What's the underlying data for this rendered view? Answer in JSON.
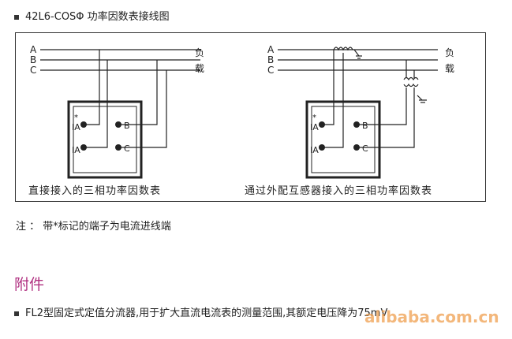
{
  "title": "42L6-COSΦ 功率因数表接线图",
  "phase_labels": [
    "A",
    "B",
    "C"
  ],
  "load_label_1": "负",
  "load_label_2": "载",
  "terminal_ia": "IA",
  "terminal_ia_star": "*",
  "terminal_b": "B",
  "terminal_c": "C",
  "caption_left": "直接接入的三相功率因数表",
  "caption_right": "通过外配互感器接入的三相功率因数表",
  "note": "注 ：  带*标记的端子为电流进线端",
  "section_title": "附件",
  "accessory_item": "FL2型固定式定值分流器,用于扩大直流电流表的测量范围,其额定电压降为75mV",
  "watermark": "alibaba.com.cn"
}
